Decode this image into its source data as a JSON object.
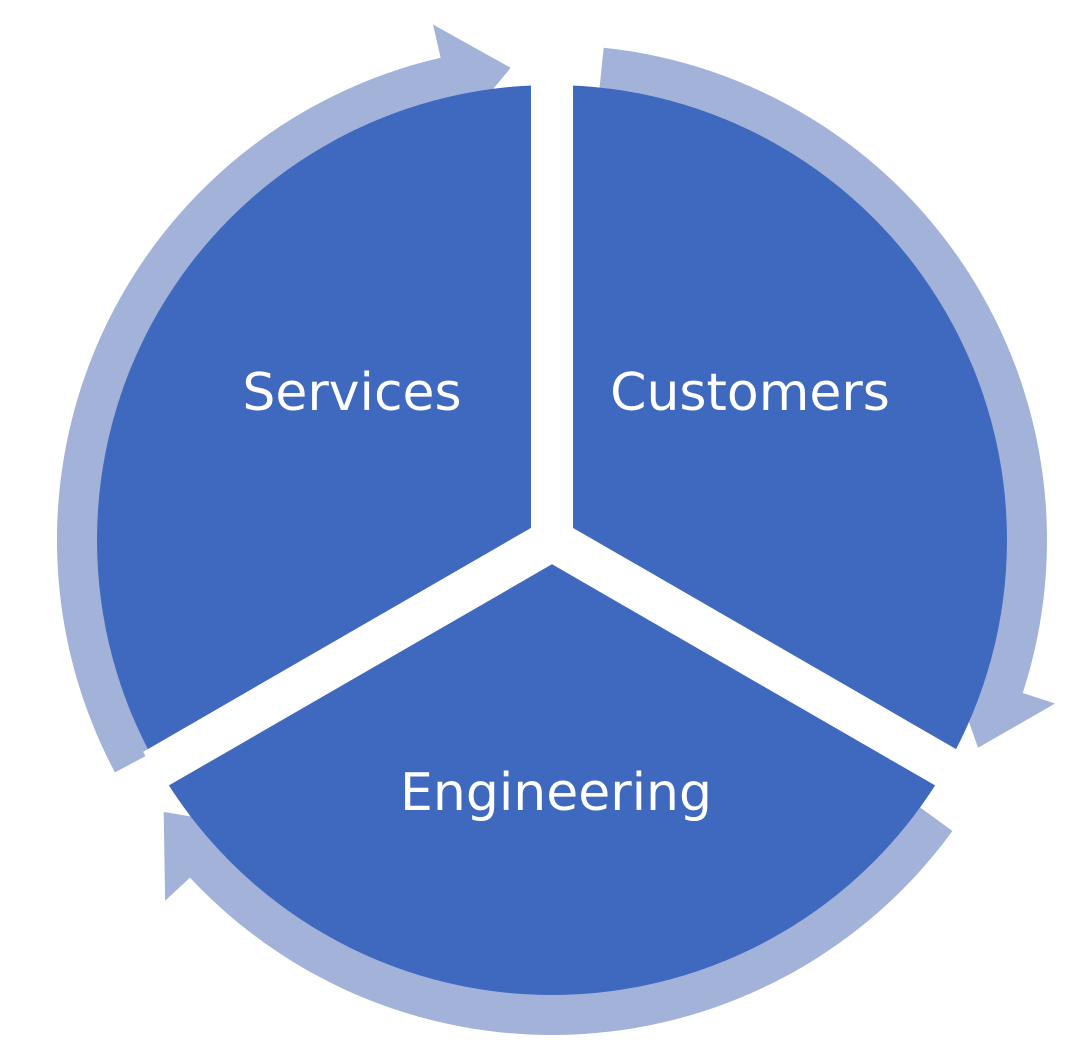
{
  "diagram": {
    "type": "cycle",
    "colors": {
      "segment": "#3f68bf",
      "arrow": "#a3b2d9",
      "background": "#ffffff",
      "label": "#ffffff"
    },
    "segments": [
      {
        "label": "Services"
      },
      {
        "label": "Customers"
      },
      {
        "label": "Engineering"
      }
    ],
    "flow": "clockwise"
  }
}
